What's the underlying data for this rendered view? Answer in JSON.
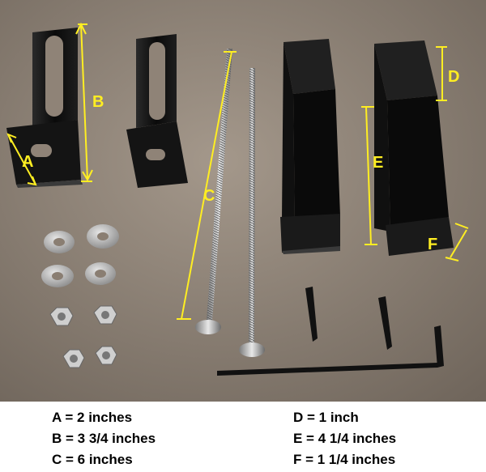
{
  "photo": {
    "labels": {
      "a": "A",
      "b": "B",
      "c": "C",
      "d": "D",
      "e": "E",
      "f": "F"
    }
  },
  "legend": {
    "a": "A = 2 inches",
    "b": "B = 3 3/4 inches",
    "c": "C = 6 inches",
    "d": "D = 1 inch",
    "e": "E = 4 1/4 inches",
    "f": "F = 1 1/4 inches"
  },
  "colors": {
    "background": "#8f8377",
    "hardware": "#0c0c0c",
    "dimension_lines": "#ffee22"
  }
}
